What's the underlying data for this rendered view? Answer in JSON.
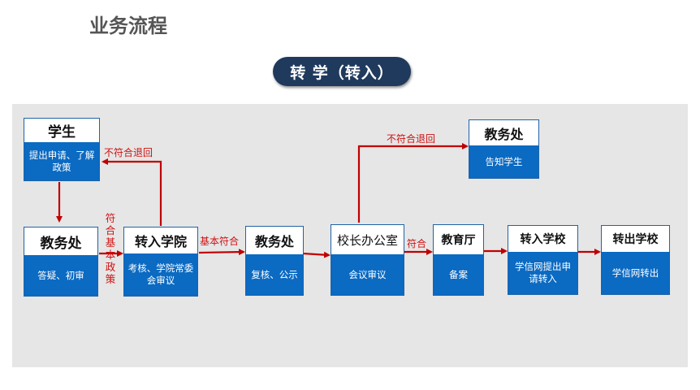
{
  "page_title": "业务流程",
  "banner": "转 学（转入）",
  "colors": {
    "accent": "#0b6ac2",
    "banner_bg": "#1f3a5c",
    "arrow": "#c00000",
    "canvas": "#e6e6e6"
  },
  "nodes": {
    "student": {
      "title": "学生",
      "body": "提出申请、了解政策"
    },
    "academic_affairs_1": {
      "title": "教务处",
      "body": "答疑、初审"
    },
    "transfer_college": {
      "title": "转入学院",
      "body": "考核、学院常委会审议"
    },
    "academic_affairs_2": {
      "title": "教务处",
      "body": "复核、公示"
    },
    "president_office": {
      "title": "校长办公室",
      "body": "会议审议"
    },
    "academic_affairs_3": {
      "title": "教务处",
      "body": "告知学生"
    },
    "education_dept": {
      "title": "教育厅",
      "body": "备案"
    },
    "receiving_school": {
      "title": "转入学校",
      "body": "学信网提出申请转入"
    },
    "sending_school": {
      "title": "转出学校",
      "body": "学信网转出"
    }
  },
  "labels": {
    "reject_return_left": "不符合退回",
    "policy_match": "符合基本政策",
    "basic_match": "基本符合",
    "reject_return_top": "不符合退回",
    "match": "符合"
  }
}
